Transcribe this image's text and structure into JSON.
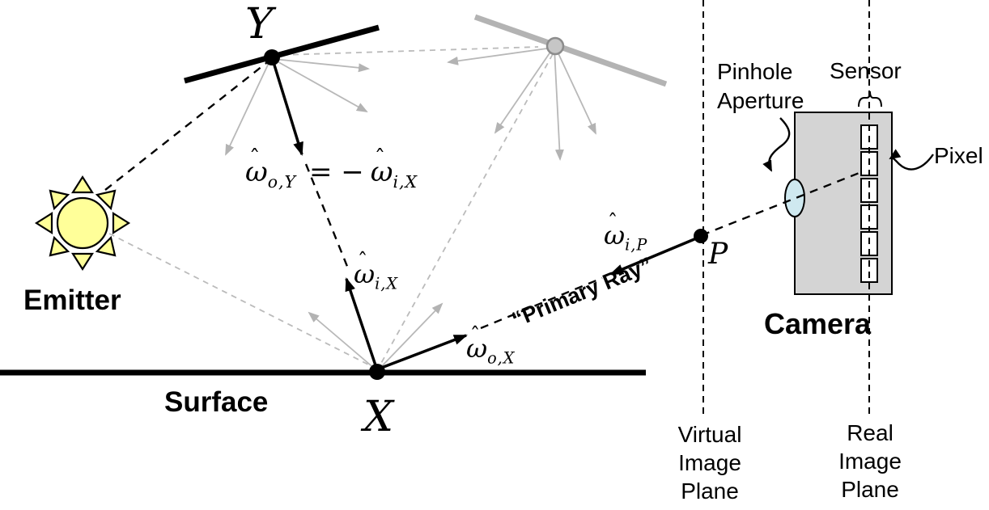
{
  "points": {
    "y": "Y",
    "x": "X",
    "p": "P"
  },
  "labels": {
    "emitter": "Emitter",
    "surface": "Surface",
    "camera": "Camera",
    "pinhole_line1": "Pinhole",
    "pinhole_line2": "Aperture",
    "sensor": "Sensor",
    "pixel": "Pixel",
    "primary_ray": "“Primary Ray”",
    "virtual_plane": {
      "line1": "Virtual",
      "line2": "Image",
      "line3": "Plane"
    },
    "real_plane": {
      "line1": "Real",
      "line2": "Image",
      "line3": "Plane"
    }
  },
  "math": {
    "hat": "ˆ",
    "omega": "ω",
    "sub_out_y": "o,Y",
    "sub_in_x": "i,X",
    "sub_out_x": "o,X",
    "sub_in_p": "i,P",
    "equals_neg": "= −"
  },
  "colors": {
    "ink": "#000000",
    "ghost_gray": "#b3b3b3",
    "ghost_dot_fill": "#c6c6c6",
    "ghost_dot_stroke": "#8c8c8c",
    "sun_yellow": "#ffff99",
    "camera_body_gray": "#d4d4d4",
    "pinhole_blue": "#cfe9f0",
    "pixel_white": "#ffffff",
    "background": "#ffffff"
  }
}
